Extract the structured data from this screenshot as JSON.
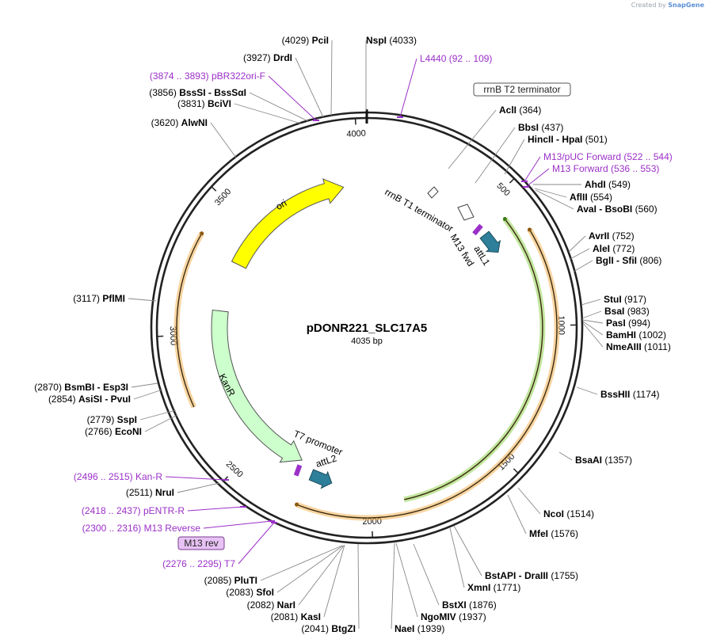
{
  "watermark": {
    "prefix": "Created by",
    "brand": "SnapGene"
  },
  "plasmid": {
    "name": "pDONR221_SLC17A5",
    "size_label": "4035 bp",
    "length": 4035
  },
  "ticks": [
    {
      "pos": 500,
      "label": "500"
    },
    {
      "pos": 1000,
      "label": "1000"
    },
    {
      "pos": 1500,
      "label": "1500"
    },
    {
      "pos": 2000,
      "label": "2000"
    },
    {
      "pos": 2500,
      "label": "2500"
    },
    {
      "pos": 3000,
      "label": "3000"
    },
    {
      "pos": 3500,
      "label": "3500"
    },
    {
      "pos": 4000,
      "label": "4000"
    }
  ],
  "enzymes": [
    {
      "pos": "(4029)",
      "name": "PciI",
      "suffix": "",
      "side": "left"
    },
    {
      "pos": "(4033)",
      "name": "NspI",
      "suffix": "",
      "side": "right"
    },
    {
      "pos": "(3927)",
      "name": "DrdI",
      "suffix": "",
      "side": "left"
    },
    {
      "pos": "(3856)",
      "name": "BssSI",
      "suffix": "- BssSαI",
      "side": "left"
    },
    {
      "pos": "(3831)",
      "name": "BciVI",
      "suffix": "",
      "side": "left"
    },
    {
      "pos": "(3620)",
      "name": "AlwNI",
      "suffix": "",
      "side": "left"
    },
    {
      "pos": "(364)",
      "name": "AclI",
      "suffix": "",
      "side": "right"
    },
    {
      "pos": "(437)",
      "name": "BbsI",
      "suffix": "",
      "side": "right"
    },
    {
      "pos": "(501)",
      "name": "HincII",
      "suffix": "- HpaI",
      "side": "right"
    },
    {
      "pos": "(549)",
      "name": "AhdI",
      "suffix": "",
      "side": "right"
    },
    {
      "pos": "(554)",
      "name": "AflII",
      "suffix": "",
      "side": "right"
    },
    {
      "pos": "(560)",
      "name": "AvaI",
      "suffix": "- BsoBI",
      "side": "right"
    },
    {
      "pos": "(752)",
      "name": "AvrII",
      "suffix": "",
      "side": "right"
    },
    {
      "pos": "(772)",
      "name": "AleI",
      "suffix": "",
      "side": "right"
    },
    {
      "pos": "(806)",
      "name": "BglI",
      "suffix": "- SfiI",
      "side": "right"
    },
    {
      "pos": "(917)",
      "name": "StuI",
      "suffix": "",
      "side": "right"
    },
    {
      "pos": "(983)",
      "name": "BsaI",
      "suffix": "",
      "side": "right"
    },
    {
      "pos": "(994)",
      "name": "PasI",
      "suffix": "",
      "side": "right"
    },
    {
      "pos": "(1002)",
      "name": "BamHI",
      "suffix": "",
      "side": "right"
    },
    {
      "pos": "(1011)",
      "name": "NmeAIII",
      "suffix": "",
      "side": "right"
    },
    {
      "pos": "(1174)",
      "name": "BssHII",
      "suffix": "",
      "side": "right"
    },
    {
      "pos": "(1357)",
      "name": "BsaAI",
      "suffix": "",
      "side": "right"
    },
    {
      "pos": "(1514)",
      "name": "NcoI",
      "suffix": "",
      "side": "right"
    },
    {
      "pos": "(1576)",
      "name": "MfeI",
      "suffix": "",
      "side": "right"
    },
    {
      "pos": "(1755)",
      "name": "BstAPI",
      "suffix": "- DraIII",
      "side": "right"
    },
    {
      "pos": "(1771)",
      "name": "XmnI",
      "suffix": "",
      "side": "right"
    },
    {
      "pos": "(1876)",
      "name": "BstXI",
      "suffix": "",
      "side": "right"
    },
    {
      "pos": "(1937)",
      "name": "NgoMIV",
      "suffix": "",
      "side": "right"
    },
    {
      "pos": "(1939)",
      "name": "NaeI",
      "suffix": "",
      "side": "right"
    },
    {
      "pos": "(2041)",
      "name": "BtgZI",
      "suffix": "",
      "side": "left"
    },
    {
      "pos": "(2081)",
      "name": "KasI",
      "suffix": "",
      "side": "left"
    },
    {
      "pos": "(2082)",
      "name": "NarI",
      "suffix": "",
      "side": "left"
    },
    {
      "pos": "(2083)",
      "name": "SfoI",
      "suffix": "",
      "side": "left"
    },
    {
      "pos": "(2085)",
      "name": "PluTI",
      "suffix": "",
      "side": "left"
    },
    {
      "pos": "(2511)",
      "name": "NruI",
      "suffix": "",
      "side": "left"
    },
    {
      "pos": "(2766)",
      "name": "EcoNI",
      "suffix": "",
      "side": "left"
    },
    {
      "pos": "(2779)",
      "name": "SspI",
      "suffix": "",
      "side": "left"
    },
    {
      "pos": "(2854)",
      "name": "AsiSI",
      "suffix": "- PvuI",
      "side": "left"
    },
    {
      "pos": "(2870)",
      "name": "BsmBI",
      "suffix": "- Esp3I",
      "side": "left"
    },
    {
      "pos": "(3117)",
      "name": "PflMI",
      "suffix": "",
      "side": "left"
    }
  ],
  "primers": [
    {
      "name": "L4440",
      "range": "(92 .. 109)",
      "side": "right"
    },
    {
      "name": "pBR322ori-F",
      "range": "(3874 .. 3893)",
      "side": "left"
    },
    {
      "name": "M13/pUC Forward",
      "range": "(522 .. 544)",
      "side": "right"
    },
    {
      "name": "M13 Forward",
      "range": "(536 .. 553)",
      "side": "right"
    },
    {
      "name": "Kan-R",
      "range": "(2496 .. 2515)",
      "side": "left"
    },
    {
      "name": "pENTR-R",
      "range": "(2418 .. 2437)",
      "side": "left"
    },
    {
      "name": "M13 Reverse",
      "range": "(2300 .. 2316)",
      "side": "left"
    },
    {
      "name": "T7",
      "range": "(2276 .. 2295)",
      "side": "left"
    }
  ],
  "boxed_labels": {
    "terminator_t2": "rrnB T2 terminator",
    "m13_rev": "M13 rev"
  },
  "features": {
    "ori": "ori",
    "kanr": "KanR",
    "rrnb_t1": "rrnB T1 terminator",
    "m13_fwd": "M13 fwd",
    "attl1": "attL1",
    "t7_promoter": "T7 promoter",
    "attl2": "attL2"
  },
  "colors": {
    "backbone": "#222222",
    "primer": "#9b30c8",
    "ori_fill": "#ffff00",
    "kanr_fill": "#ccffcc",
    "att_fill": "#2e7f99",
    "orf_orange": "#f2b253",
    "orf_green": "#8fd14f"
  }
}
